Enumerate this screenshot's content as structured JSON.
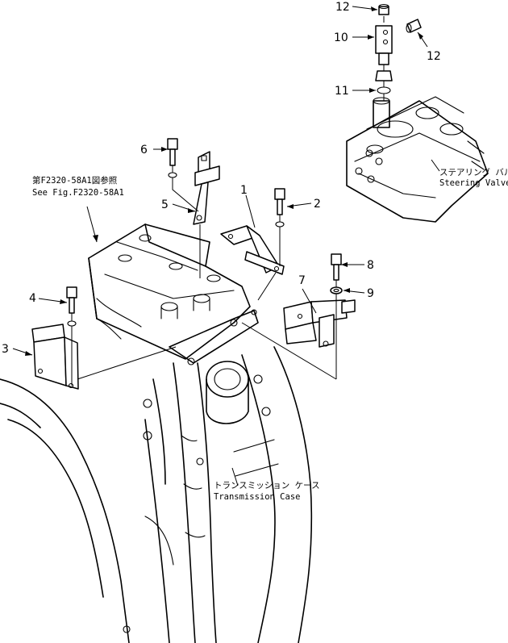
{
  "labels": {
    "p1": "1",
    "p2": "2",
    "p3": "3",
    "p4": "4",
    "p5": "5",
    "p6": "6",
    "p7": "7",
    "p8": "8",
    "p9": "9",
    "p10": "10",
    "p11": "11",
    "p12a": "12",
    "p12b": "12"
  },
  "notes": {
    "ref_jp": "第F2320-58A1図参照",
    "ref_en": "See Fig.F2320-58A1",
    "steering_jp": "ステアリング バルブ",
    "steering_en": "Steering Valve",
    "transmission_jp": "トランスミッション ケース",
    "transmission_en": "Transmission Case"
  }
}
